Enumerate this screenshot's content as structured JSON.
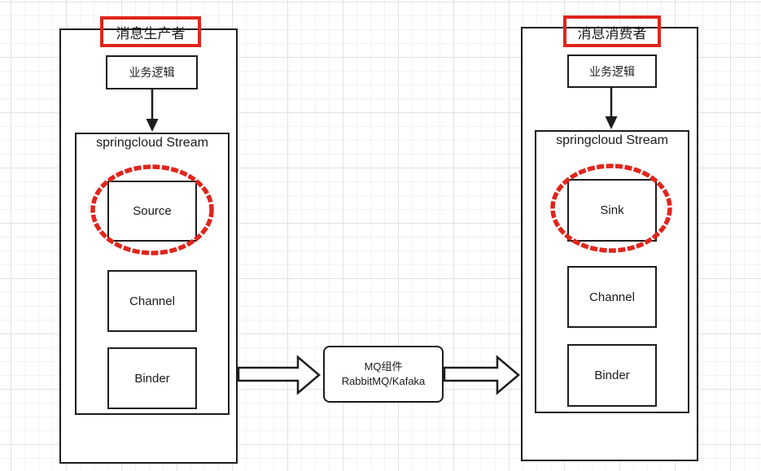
{
  "diagram": {
    "producer": {
      "title": "消息生产者",
      "business_logic": "业务逻辑",
      "stream_label": "springcloud Stream",
      "components": [
        "Source",
        "Channel",
        "Binder"
      ]
    },
    "consumer": {
      "title": "消息消费者",
      "business_logic": "业务逻辑",
      "stream_label": "springcloud Stream",
      "components": [
        "Sink",
        "Channel",
        "Binder"
      ]
    },
    "mq": {
      "line1": "MQ组件",
      "line2": "RabbitMQ/Kafaka"
    },
    "colors": {
      "highlight_red": "#e0251c",
      "line_black": "#1d1d1d",
      "grid_minor": "#f3f3f3",
      "grid_major": "#e2e2e2"
    }
  }
}
